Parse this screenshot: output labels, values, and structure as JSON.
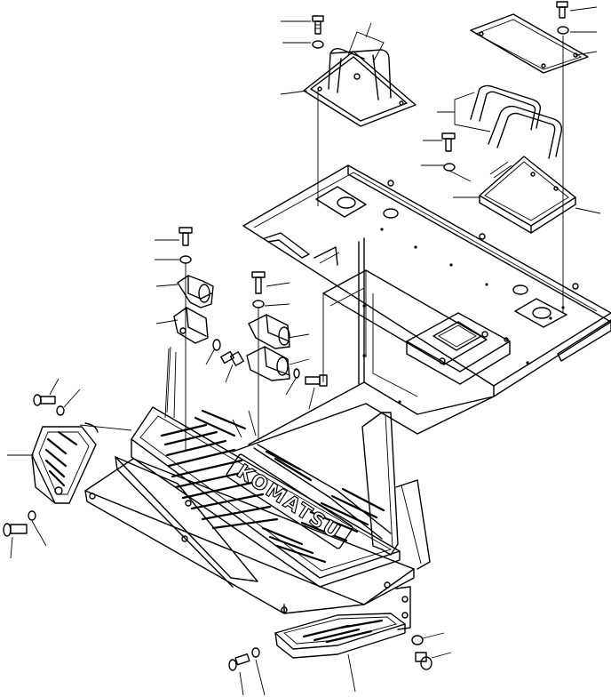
{
  "diagram": {
    "brand_text": "KOMATSU",
    "colors": {
      "line": "#000000",
      "background": "#ffffff"
    },
    "parts": [
      "upper-bolt",
      "upper-washer",
      "upper-handrail-bracket",
      "top-cover-plate",
      "right-handrail",
      "right-bolt",
      "right-washer",
      "right-mount-plate",
      "operator-frame",
      "left-bracket-bolts",
      "left-clip-bracket",
      "center-clip-bracket",
      "floor-plate",
      "left-step",
      "lower-step",
      "lower-bolts"
    ]
  }
}
